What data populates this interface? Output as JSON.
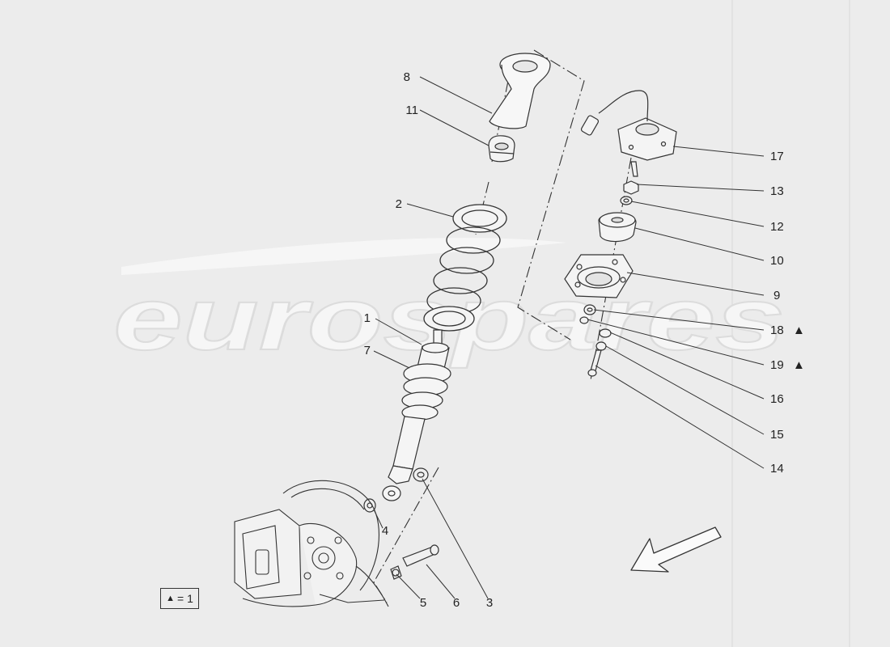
{
  "watermark": {
    "text": "eurospares"
  },
  "callouts": {
    "c1": "1",
    "c2": "2",
    "c3": "3",
    "c4": "4",
    "c5": "5",
    "c6": "6",
    "c7": "7",
    "c8": "8",
    "c9": "9",
    "c10": "10",
    "c11": "11",
    "c12": "12",
    "c13": "13",
    "c14": "14",
    "c15": "15",
    "c16": "16",
    "c17": "17",
    "c18": "18",
    "c19": "19"
  },
  "marker_symbol": "▲",
  "legend_note": {
    "symbol": "▲",
    "text": "= 1"
  },
  "icons": {
    "direction": "arrow-down-left-icon",
    "marker": "triangle-marker-icon"
  },
  "colors": {
    "background": "#ececec",
    "line": "#333333",
    "watermark": "#ffffff"
  }
}
